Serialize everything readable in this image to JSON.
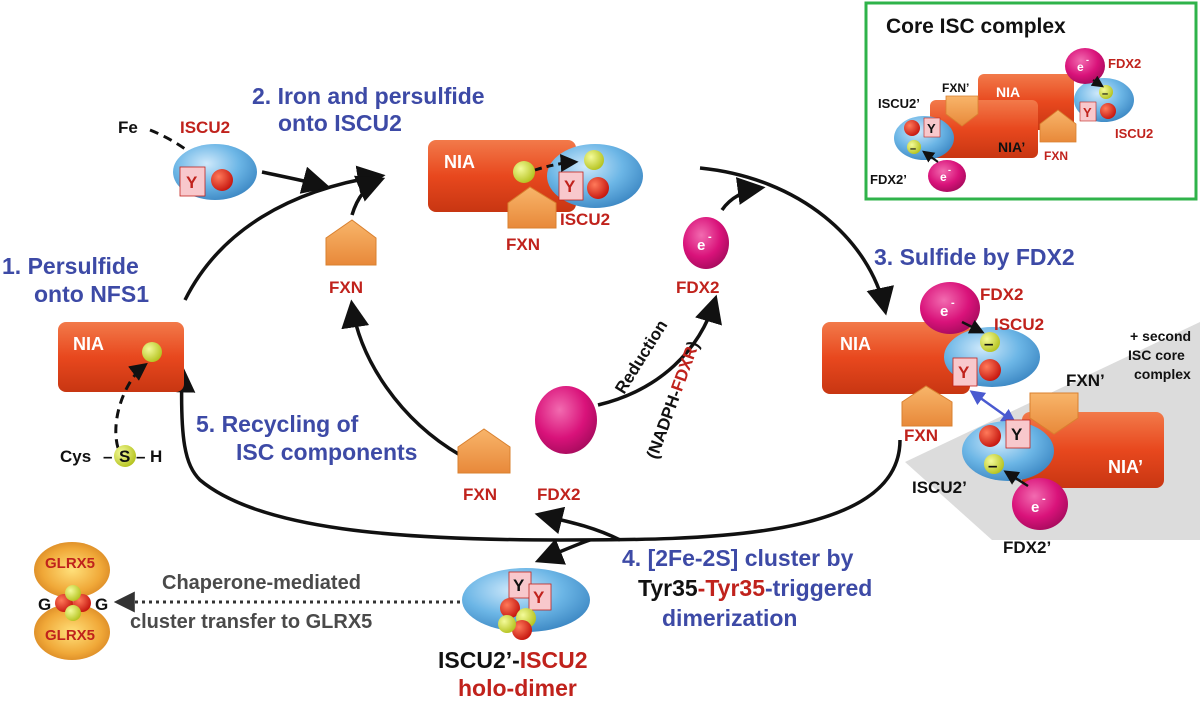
{
  "labels": {
    "nia": "NIA",
    "nia_prime": "NIA’",
    "iscu2": "ISCU2",
    "iscu2_prime": "ISCU2’",
    "fxn": "FXN",
    "fxn_prime": "FXN’",
    "fdx2": "FDX2",
    "fdx2_prime": "FDX2’",
    "y": "Y",
    "e": "e",
    "minus": "–",
    "sup_minus": "-",
    "fe": "Fe",
    "cys": "Cys",
    "s": "S",
    "h": "H",
    "glrx5": "GLRX5",
    "g": "G"
  },
  "steps": {
    "step1_line1": "1. Persulfide",
    "step1_line2": "onto NFS1",
    "step2_line1": "2. Iron and persulfide",
    "step2_line2": "onto ISCU2",
    "step3": "3. Sulfide by FDX2",
    "step4_line1": "4. [2Fe-2S] cluster by",
    "step4_line2_a": "Tyr35",
    "step4_line2_b": "-",
    "step4_line2_c": "Tyr35",
    "step4_line2_d": "-triggered",
    "step4_line3": "dimerization",
    "step5_line1": "5.  Recycling of",
    "step5_line2": "ISC components"
  },
  "annotations": {
    "reduction": "Reduction",
    "nadph_open": "(NADPH-",
    "fdxr": "FDXR",
    "nadph_close": ")",
    "chaperone_line1": "Chaperone-mediated",
    "chaperone_line2": "cluster transfer to GLRX5",
    "holo_line1_a": "ISCU2’-",
    "holo_line1_b": "ISCU2",
    "holo_line2": "holo-dimer",
    "second_core_line1": "+ second",
    "second_core_line2": "ISC core",
    "second_core_line3": "complex"
  },
  "inset": {
    "title": "Core ISC complex"
  },
  "colors": {
    "nia_orange": "#e8481e",
    "fxn_orange": "#f5a050",
    "iscu2_blue": "#5aa8dc",
    "fdx2_magenta": "#d9127a",
    "cluster_red": "#d8221a",
    "sulfur_yellow": "#d4e23a",
    "step_blue": "#3d4aa6",
    "label_red": "#c0221c",
    "inset_green": "#2fb34a"
  }
}
